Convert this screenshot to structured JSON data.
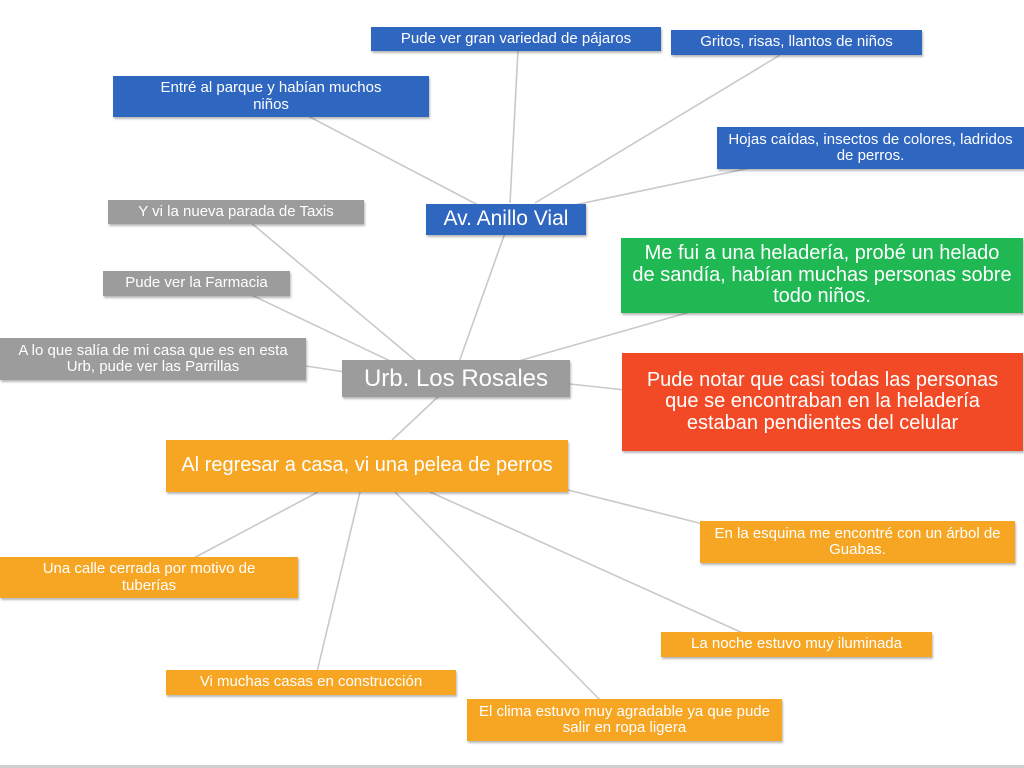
{
  "colors": {
    "blue": "#2f66c0",
    "gray": "#9c9c9c",
    "green": "#1fb853",
    "red": "#f24a26",
    "orange": "#f6a623",
    "connector": "#c9c9c9"
  },
  "nodes": {
    "center": {
      "label": "Urb. Los Rosales"
    },
    "anillo": {
      "label": "Av. Anillo Vial"
    },
    "pajaros": {
      "label": "Pude ver gran variedad de pájaros"
    },
    "gritos": {
      "label": "Gritos, risas, llantos de niños"
    },
    "parque": {
      "label": "Entré al parque y habían muchos niños"
    },
    "hojas": {
      "label": "Hojas caídas, insectos de colores, ladridos de perros."
    },
    "taxis": {
      "label": "Y vi la nueva parada de Taxis"
    },
    "farmacia": {
      "label": "Pude ver la Farmacia"
    },
    "parrillas": {
      "label": "A lo que salía de mi casa que es en esta Urb, pude ver las Parrillas"
    },
    "heladeria": {
      "label": "Me fui a una heladería, probé un helado de sandía, habían muchas personas sobre todo niños."
    },
    "celular": {
      "label": "Pude notar que casi todas las personas que se encontraban en la heladería estaban pendientes del celular"
    },
    "pelea": {
      "label": "Al regresar a casa, vi una pelea de perros"
    },
    "guabas": {
      "label": "En la esquina me encontré con un árbol de Guabas."
    },
    "calle": {
      "label": "Una calle cerrada por motivo de tuberías"
    },
    "noche": {
      "label": "La noche estuvo muy iluminada"
    },
    "casas": {
      "label": "Vi muchas casas en construcción"
    },
    "clima": {
      "label": "El clima estuvo muy agradable ya que pude salir en ropa ligera"
    }
  }
}
